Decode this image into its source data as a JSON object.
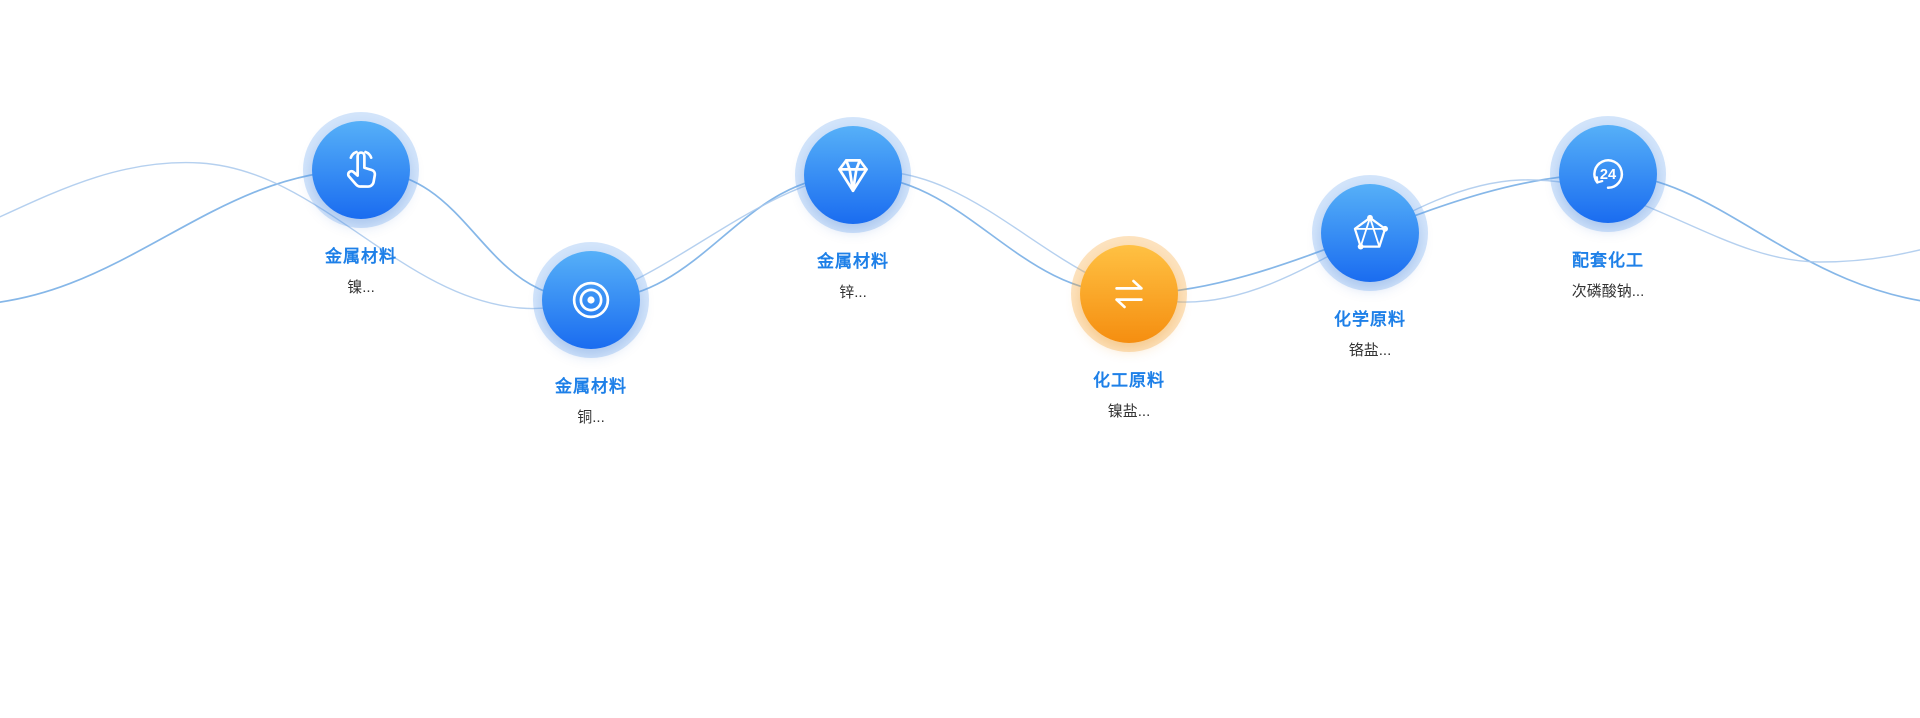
{
  "section": {
    "description": "product-category wave showcase"
  },
  "colors": {
    "node_blue_top": "#56b0f8",
    "node_blue_bottom": "#1a6cf0",
    "node_orange_top": "#ffc143",
    "node_orange_bottom": "#f58e10",
    "halo_blue": "rgba(96,160,240,0.28)",
    "halo_orange": "rgba(250,170,60,0.33)",
    "label_blue": "#1e80e8",
    "sublabel_gray": "#333333",
    "wave_strong": "#5e9fe0",
    "wave_faint": "#a8c8ec",
    "background": "#ffffff"
  },
  "nodes": [
    {
      "label": "金属材料",
      "sublabel": "镍...",
      "icon": "tap-click-icon",
      "theme": "blue"
    },
    {
      "label": "金属材料",
      "sublabel": "铜...",
      "icon": "radar-icon",
      "theme": "blue"
    },
    {
      "label": "金属材料",
      "sublabel": "锌...",
      "icon": "diamond-icon",
      "theme": "blue"
    },
    {
      "label": "化工原料",
      "sublabel": "镍盐...",
      "icon": "exchange-arrows-icon",
      "theme": "orange"
    },
    {
      "label": "化学原料",
      "sublabel": "铬盐...",
      "icon": "molecule-pentagon-icon",
      "theme": "blue"
    },
    {
      "label": "配套化工",
      "sublabel": "次磷酸钠...",
      "icon": "24-hour-icon",
      "theme": "blue"
    }
  ],
  "icons": {
    "badge_24_text": "24"
  }
}
